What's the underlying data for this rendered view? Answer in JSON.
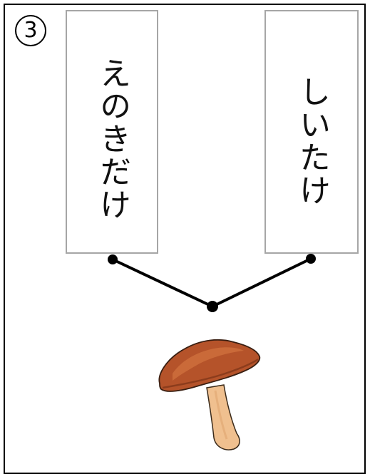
{
  "question_number": "3",
  "cards": [
    {
      "label": "えのきだけ"
    },
    {
      "label": "しいたけ"
    }
  ],
  "illustration": {
    "icon": "shiitake-mushroom-icon",
    "cap_color": "#b5532a",
    "cap_highlight": "#d0703d",
    "stem_color": "#f0c08f"
  }
}
